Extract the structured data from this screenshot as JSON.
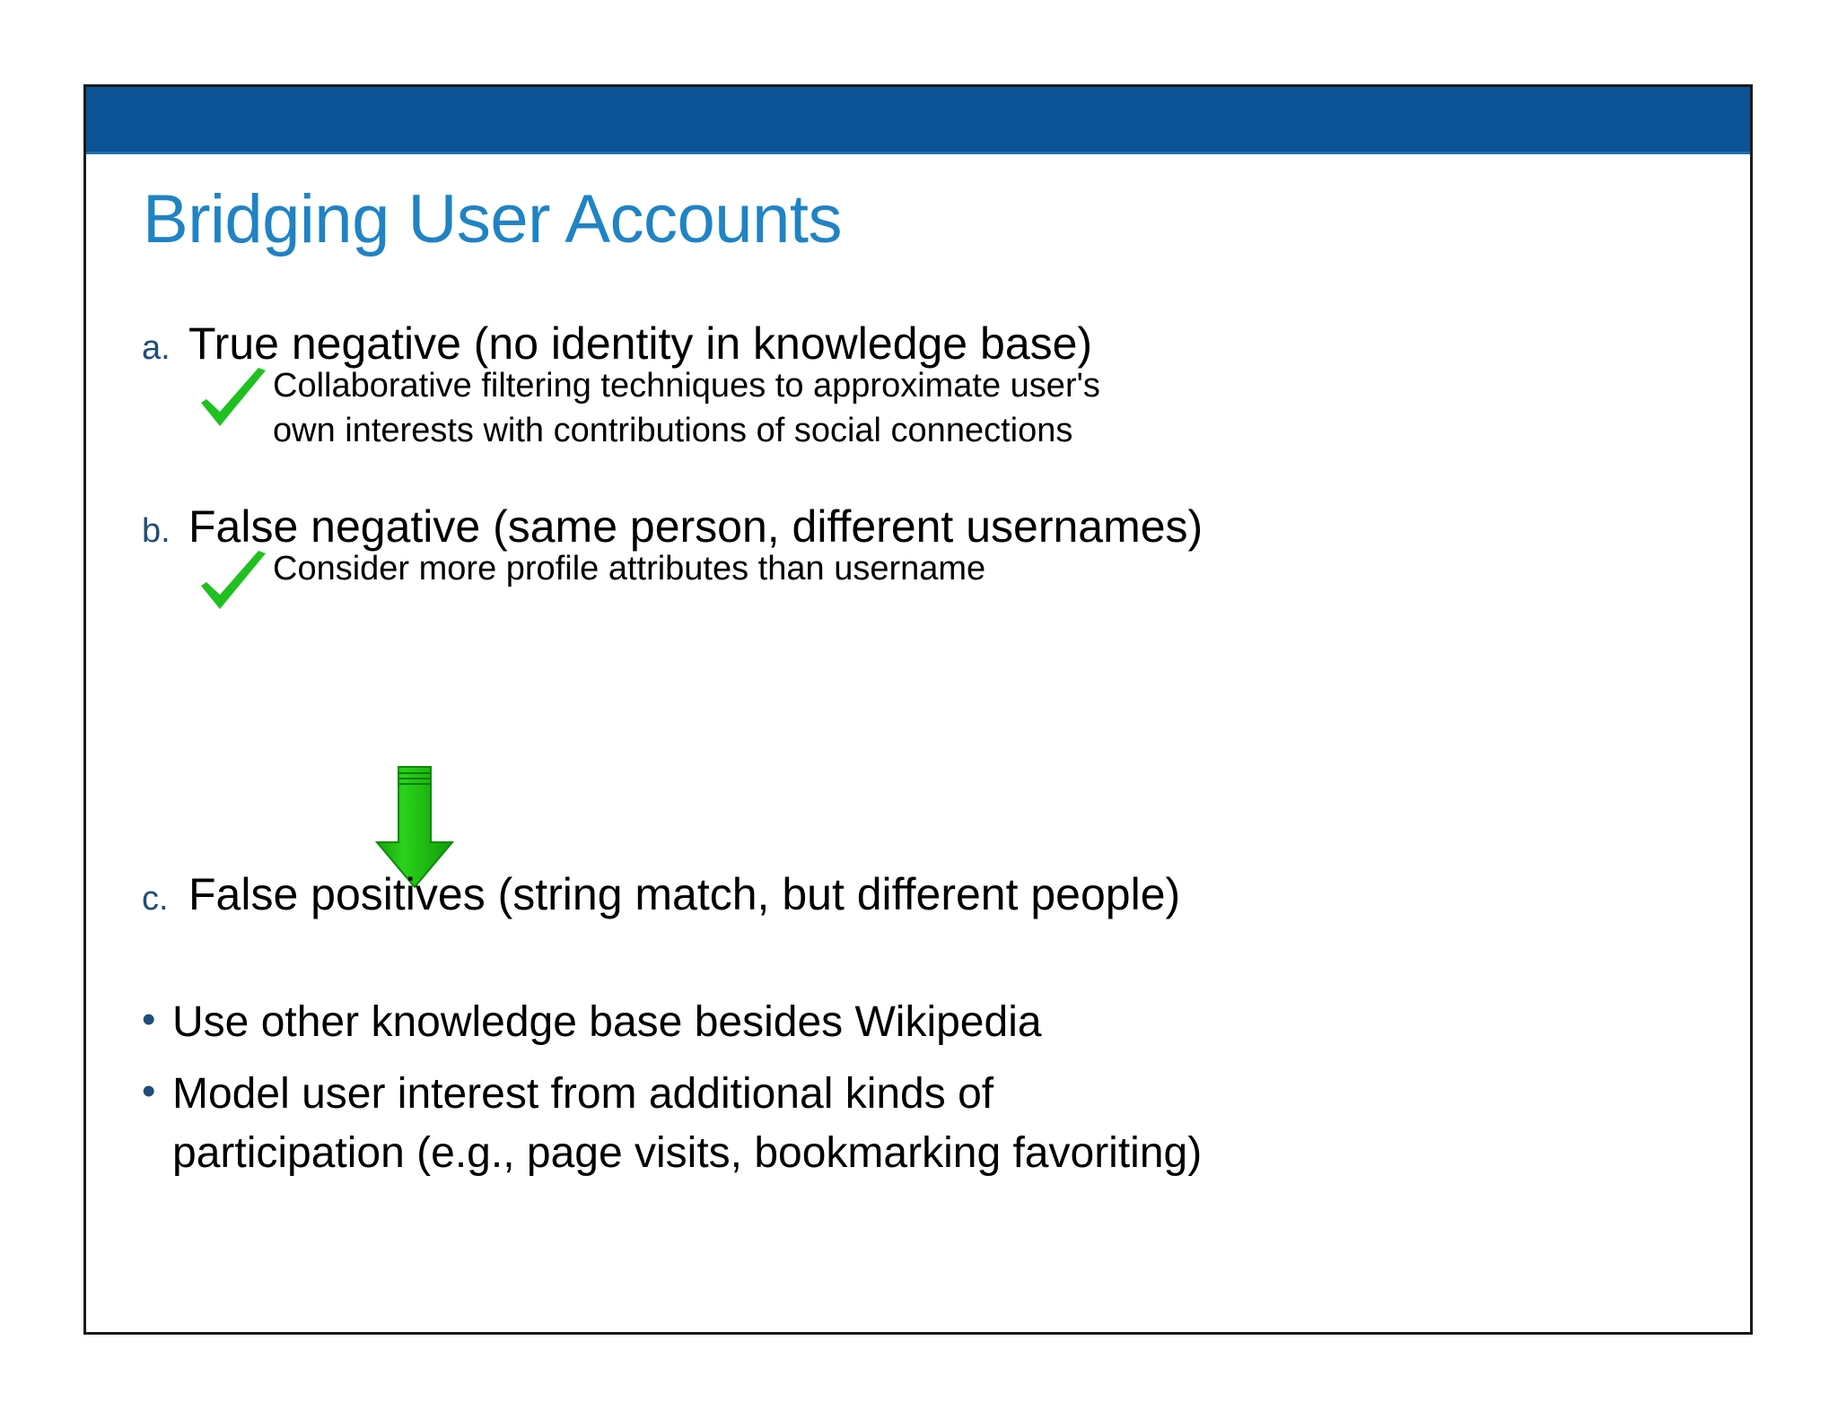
{
  "slide": {
    "title": "Bridging User Accounts",
    "header_bar_color": "#0b5394",
    "title_color": "#2083c4",
    "marker_color": "#1f4e79",
    "check_color": "#1fc01f",
    "arrow_color": "#22b512",
    "body_text_color": "#000000",
    "background_color": "#ffffff",
    "border_color": "#1a1a1a"
  },
  "lettered_items": [
    {
      "marker": "a.",
      "text": "True negative (no identity in knowledge base)",
      "sub": {
        "icon": "green-check-icon",
        "line1": "Collaborative filtering techniques to approximate user's",
        "line2": "own interests with contributions of social connections"
      }
    },
    {
      "marker": "b.",
      "text": "False negative (same person, different usernames)",
      "sub": {
        "icon": "green-check-icon",
        "line1": "Consider more profile attributes than username",
        "line2": ""
      }
    },
    {
      "marker": "c.",
      "text": "False positives (string match, but different people)",
      "sub": null
    }
  ],
  "arrow": {
    "icon": "green-down-arrow-icon",
    "direction": "down"
  },
  "bullets": [
    {
      "marker": "•",
      "text": "Use other knowledge base besides Wikipedia"
    },
    {
      "marker": "•",
      "text": "Model user interest from additional kinds of participation (e.g., page visits, bookmarking favoriting)"
    }
  ]
}
